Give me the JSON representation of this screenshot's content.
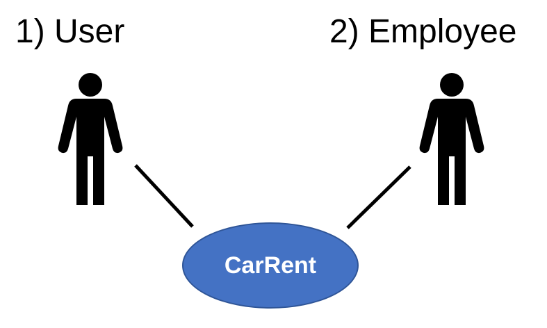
{
  "actors": [
    {
      "label": "1) User",
      "icon": "person-icon"
    },
    {
      "label": "2) Employee",
      "icon": "person-icon"
    }
  ],
  "usecase": {
    "label": "CarRent",
    "fill_color": "#4472c4",
    "text_color": "#ffffff"
  },
  "connections": [
    {
      "from": "1) User",
      "to": "CarRent"
    },
    {
      "from": "2) Employee",
      "to": "CarRent"
    }
  ]
}
